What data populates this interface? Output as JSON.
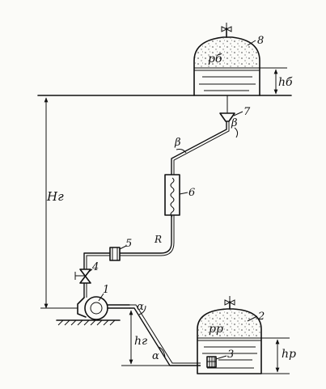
{
  "labels": {
    "n1": "1",
    "n2": "2",
    "n3": "3",
    "n4": "4",
    "n5": "5",
    "n6": "6",
    "n7": "7",
    "n8": "8",
    "p_b": "pб",
    "p_r": "pр",
    "h_b": "hб",
    "h_r_tank": "hр",
    "h_r": "hг",
    "H_g": "Hг",
    "beta_1": "β",
    "beta_2": "β",
    "alpha_1": "α",
    "alpha_2": "α",
    "R": "R"
  }
}
